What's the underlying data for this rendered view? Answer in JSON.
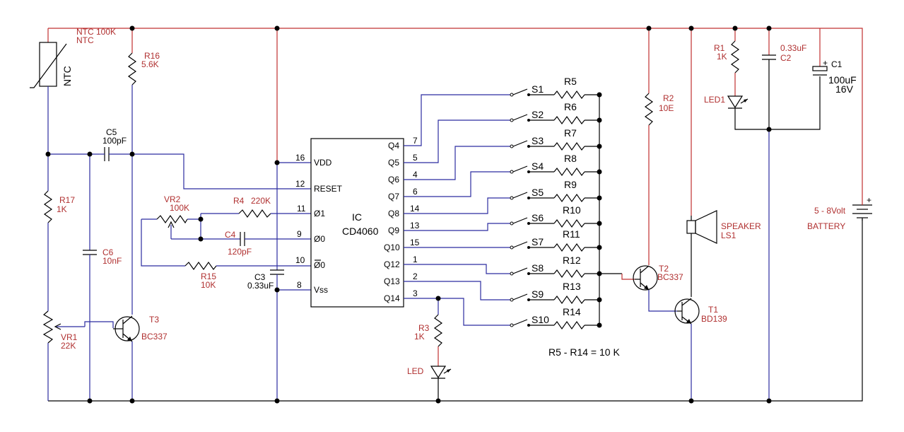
{
  "components": {
    "ntc": {
      "ref": "NTC 100K",
      "value": "NTC",
      "body": "NTC"
    },
    "r16": {
      "ref": "R16",
      "value": "5.6K"
    },
    "r17": {
      "ref": "R17",
      "value": "1K"
    },
    "vr1": {
      "ref": "VR1",
      "value": "22K"
    },
    "c5": {
      "ref": "C5",
      "value": "100pF"
    },
    "c6": {
      "ref": "C6",
      "value": "10nF"
    },
    "t3": {
      "ref": "T3",
      "value": "BC337"
    },
    "vr2": {
      "ref": "VR2",
      "value": "100K"
    },
    "r4": {
      "ref": "R4",
      "value": "220K"
    },
    "c4": {
      "ref": "C4",
      "value": "120pF"
    },
    "r15": {
      "ref": "R15",
      "value": "10K"
    },
    "c3": {
      "ref": "C3",
      "value": "0.33uF"
    },
    "ic": {
      "ref": "IC",
      "value": "CD4060"
    },
    "r3": {
      "ref": "R3",
      "value": "1K"
    },
    "led": {
      "ref": "LED"
    },
    "r2": {
      "ref": "R2",
      "value": "10E"
    },
    "t2": {
      "ref": "T2",
      "value": "BC337"
    },
    "t1": {
      "ref": "T1",
      "value": "BD139"
    },
    "speaker": {
      "ref": "SPEAKER",
      "value": "LS1"
    },
    "r1": {
      "ref": "R1",
      "value": "1K"
    },
    "led1": {
      "ref": "LED1"
    },
    "c2": {
      "ref": "0.33uF",
      "value": "C2"
    },
    "c1": {
      "ref": "C1",
      "value": "100uF",
      "voltage": "16V"
    },
    "battery": {
      "ref": "5 - 8Volt",
      "value": "BATTERY",
      "plus": "+"
    }
  },
  "ic_pins": {
    "left": [
      {
        "num": "16",
        "name": "VDD"
      },
      {
        "num": "12",
        "name": "RESET"
      },
      {
        "num": "11",
        "name": "Ø1"
      },
      {
        "num": "9",
        "name": "Ø0"
      },
      {
        "num": "10",
        "name": "Ø0"
      },
      {
        "num": "8",
        "name": "Vss"
      }
    ],
    "right": [
      {
        "num": "7",
        "name": "Q4"
      },
      {
        "num": "5",
        "name": "Q5"
      },
      {
        "num": "4",
        "name": "Q6"
      },
      {
        "num": "6",
        "name": "Q7"
      },
      {
        "num": "14",
        "name": "Q8"
      },
      {
        "num": "13",
        "name": "Q9"
      },
      {
        "num": "15",
        "name": "Q10"
      },
      {
        "num": "1",
        "name": "Q12"
      },
      {
        "num": "2",
        "name": "Q13"
      },
      {
        "num": "3",
        "name": "Q14"
      }
    ]
  },
  "switch_rows": [
    {
      "switch": "S1",
      "resistor": "R5"
    },
    {
      "switch": "S2",
      "resistor": "R6"
    },
    {
      "switch": "S3",
      "resistor": "R7"
    },
    {
      "switch": "S4",
      "resistor": "R8"
    },
    {
      "switch": "S5",
      "resistor": "R9"
    },
    {
      "switch": "S6",
      "resistor": "R10"
    },
    {
      "switch": "S7",
      "resistor": "R11"
    },
    {
      "switch": "S8",
      "resistor": "R12"
    },
    {
      "switch": "S9",
      "resistor": "R13"
    },
    {
      "switch": "S10",
      "resistor": "R14"
    }
  ],
  "note": "R5 - R14  = 10 K",
  "c1_plus": "+"
}
